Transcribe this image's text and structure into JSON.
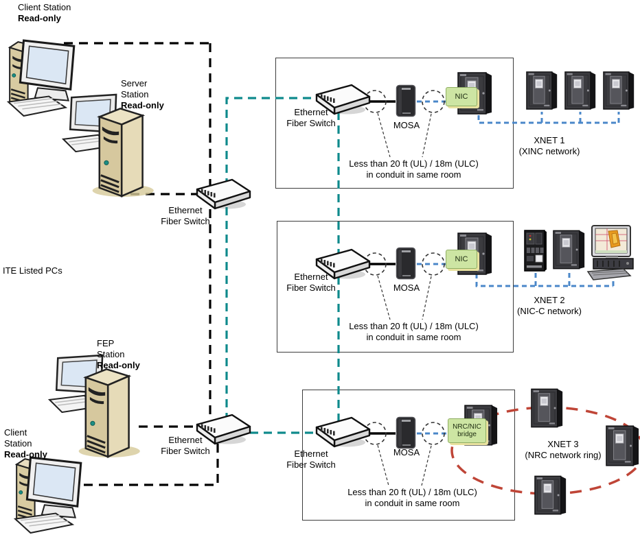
{
  "colors": {
    "teal_fiber_link": "#0e8a8c",
    "blue_xnet_link": "#4a87c9",
    "red_ring": "#bf4537",
    "black_copper_link": "#000000",
    "card_green": "#cde5a3"
  },
  "stations": {
    "client_top": {
      "name": "Client Station",
      "mode": "Read-only"
    },
    "server": {
      "name_line1": "Server",
      "name_line2": "Station",
      "mode": "Read-only"
    },
    "fep": {
      "name_line1": "FEP",
      "name_line2": "Station",
      "mode": "Read-only"
    },
    "client_bottom": {
      "name_line1": "Client",
      "name_line2": "Station",
      "mode": "Read-only"
    }
  },
  "ite_label": "ITE Listed PCs",
  "switches": {
    "mid": {
      "line1": "Ethernet",
      "line2": "Fiber Switch"
    },
    "bottom": {
      "line1": "Ethernet",
      "line2": "Fiber Switch"
    }
  },
  "rooms": [
    {
      "switch": {
        "line1": "Ethernet",
        "line2": "Fiber Switch"
      },
      "mosa": "MOSA",
      "card": {
        "line1": "NIC",
        "line2": ""
      },
      "note_line1": "Less than 20 ft (UL) / 18m (ULC)",
      "note_line2": "in conduit in same room",
      "network": {
        "name": "XNET 1",
        "desc": "(XINC network)"
      }
    },
    {
      "switch": {
        "line1": "Ethernet",
        "line2": "Fiber Switch"
      },
      "mosa": "MOSA",
      "card": {
        "line1": "NIC",
        "line2": ""
      },
      "note_line1": "Less than 20 ft (UL) / 18m (ULC)",
      "note_line2": "in conduit in same room",
      "network": {
        "name": "XNET 2",
        "desc": "(NIC-C network)"
      }
    },
    {
      "switch": {
        "line1": "Ethernet",
        "line2": "Fiber Switch"
      },
      "mosa": "MOSA",
      "card": {
        "line1": "NRC/NIC",
        "line2": "bridge"
      },
      "note_line1": "Less than 20 ft (UL) / 18m (ULC)",
      "note_line2": "in conduit in same room",
      "network": {
        "name": "XNET 3",
        "desc": "(NRC network ring)"
      }
    }
  ]
}
